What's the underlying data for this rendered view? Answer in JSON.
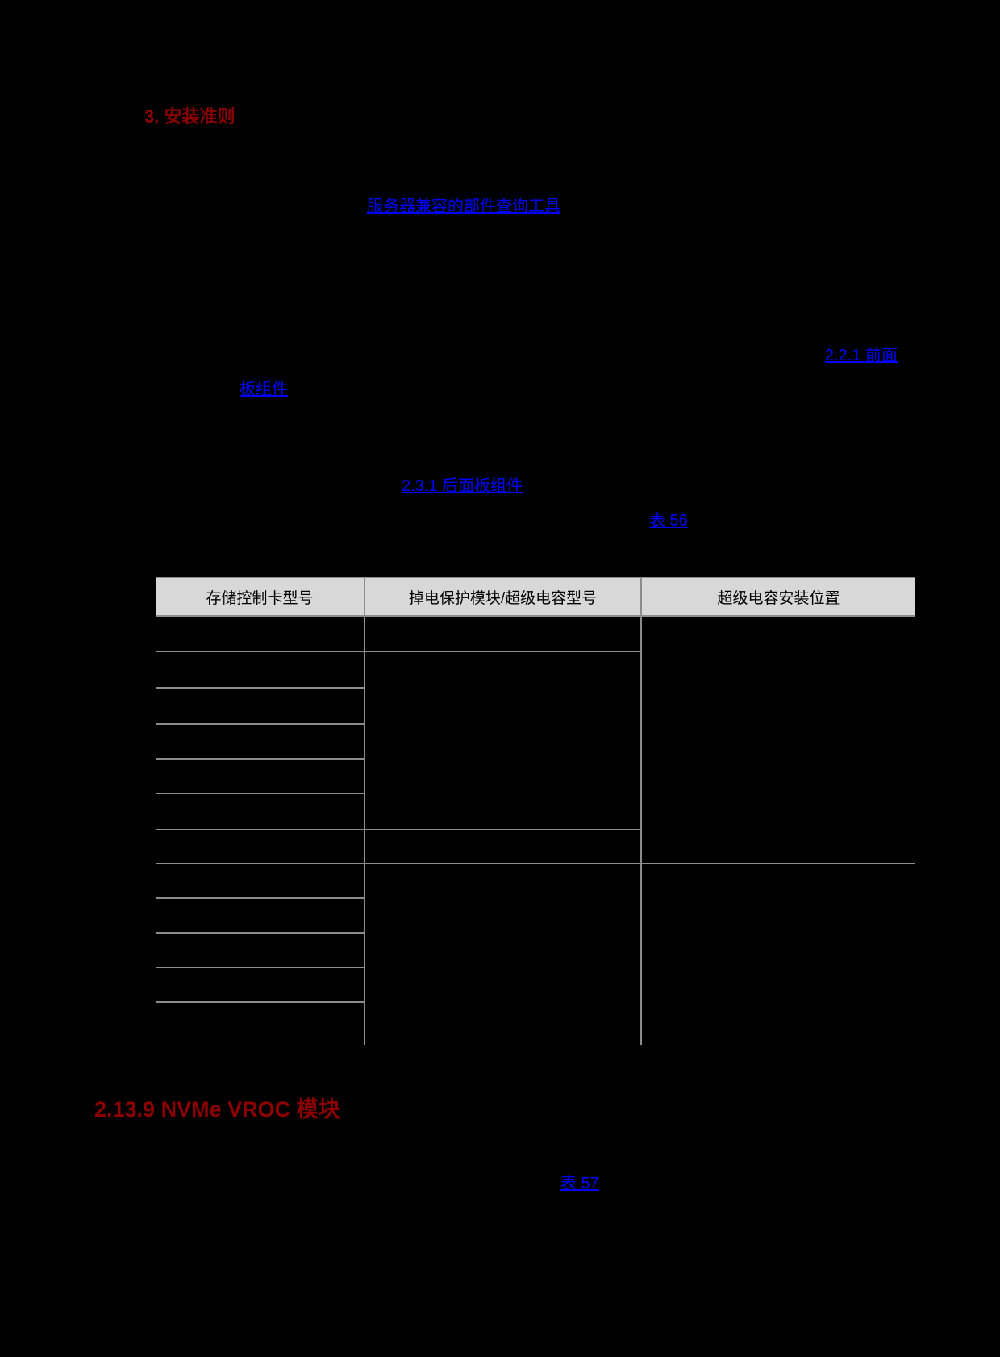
{
  "page": {
    "colors": {
      "heading": "#8B0000",
      "link": "#0000FF",
      "table_header_bg": "#D8D8D8",
      "grid": "#8C8C8C",
      "page_bg": "#000000"
    },
    "headings": {
      "install_rules": "3. 安装准则",
      "nvme_vroc": "2.13.9  NVMe VROC 模块"
    },
    "links": {
      "parts_query_tool": "服务器兼容的部件查询工具",
      "front_panel_line1": "2.2.1 前面",
      "front_panel_line2": "板组件",
      "rear_panel": "2.3.1 后面板组件",
      "table56": "表 56",
      "table57": "表 57"
    }
  },
  "table": {
    "headers": [
      "存储控制卡型号",
      "掉电保护模块/超级电容型号",
      "超级电容安装位置"
    ]
  }
}
